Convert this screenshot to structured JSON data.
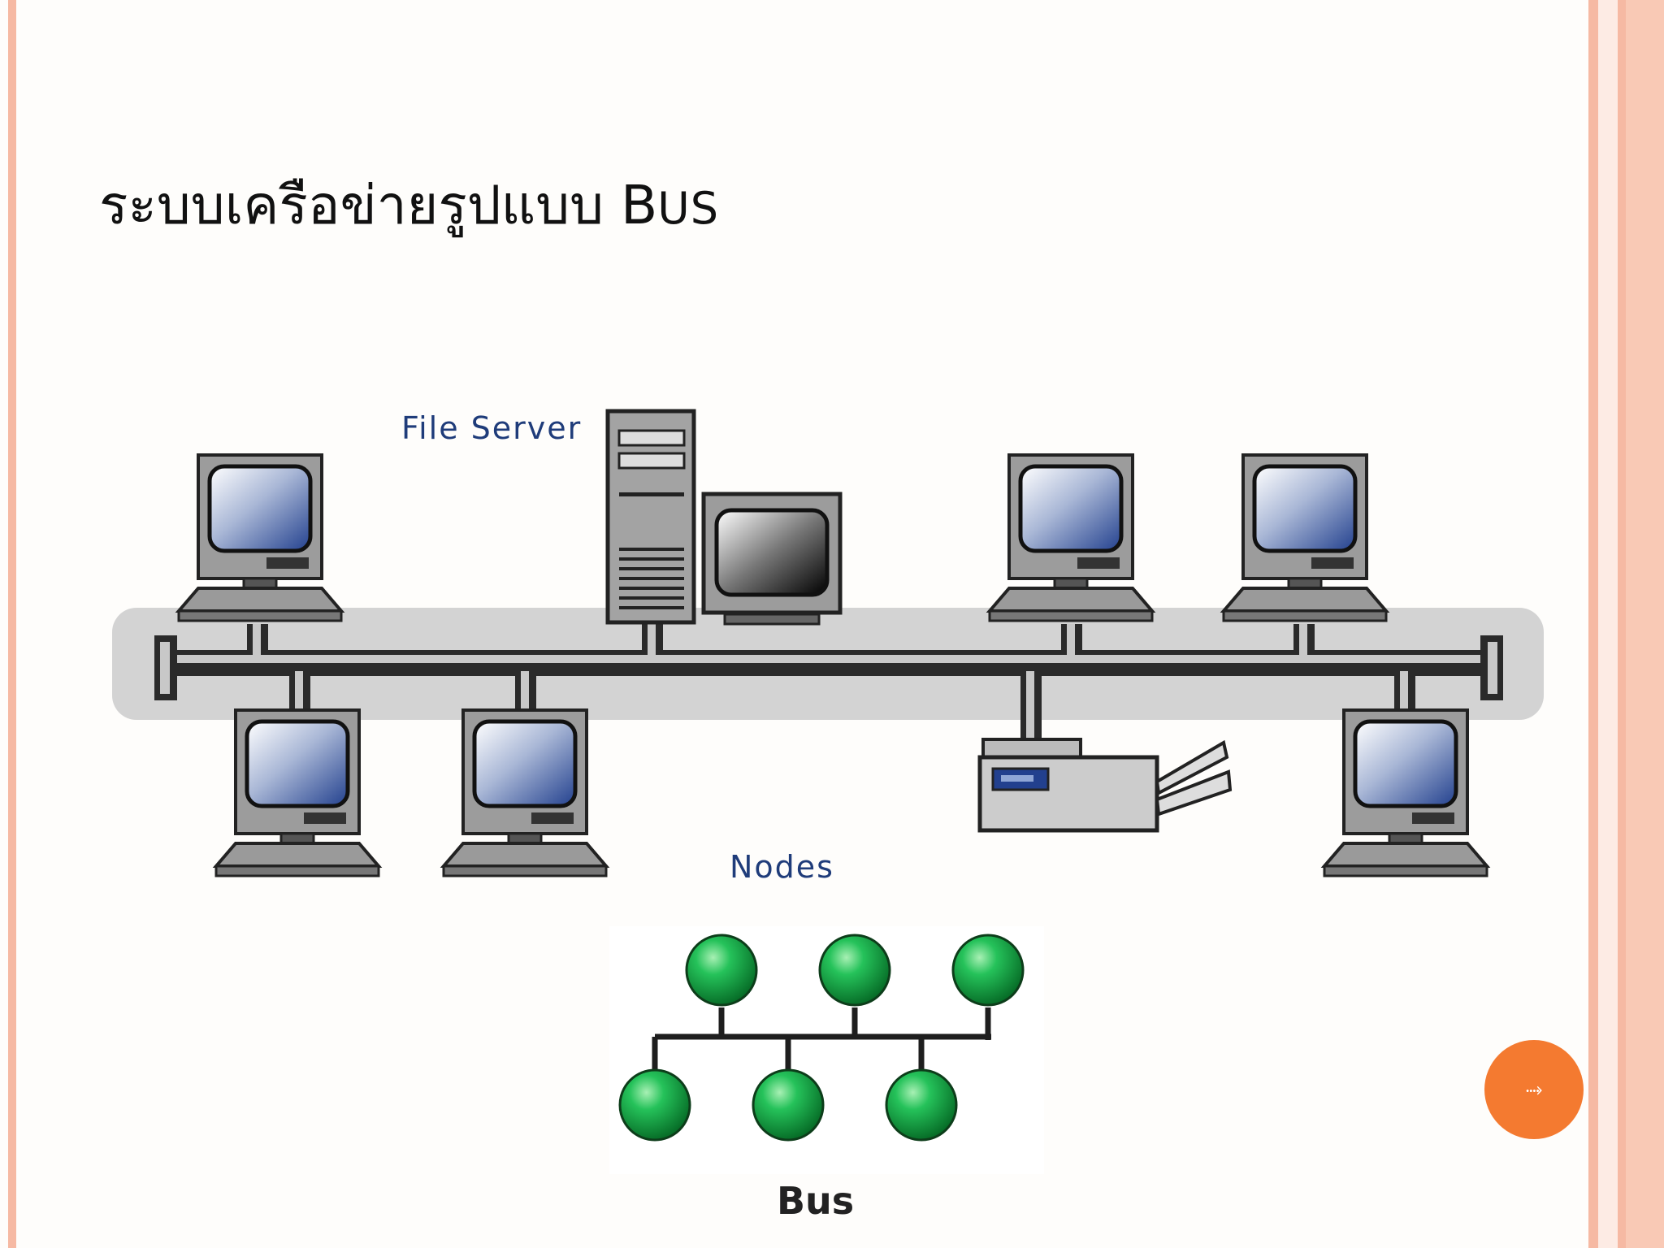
{
  "slide": {
    "title_main": "ระบบเครือข่ายรูปแบบ B",
    "title_caps": "US"
  },
  "diagram": {
    "file_server_label": "File Server",
    "nodes_label": "Nodes",
    "bus_label": "Bus"
  },
  "nav": {
    "next_glyph": "⤑",
    "icon": "next-arrow-icon"
  },
  "colors": {
    "frame_accent": "#f6b9a3",
    "nav_button": "#f47a30",
    "node_green": "#1aa64a",
    "label_blue": "#1f3c7a"
  }
}
